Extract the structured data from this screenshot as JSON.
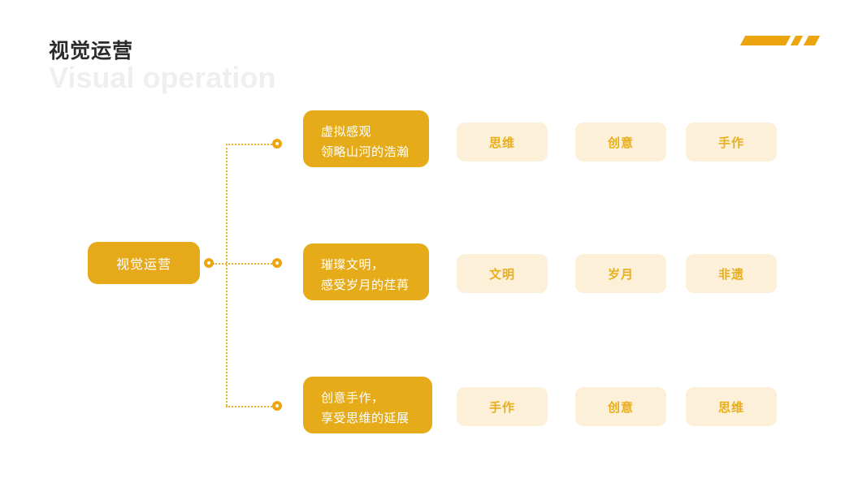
{
  "header": {
    "title_cn": "视觉运营",
    "title_en": "Visual operation"
  },
  "decoration": {
    "name": "corner-slash-decoration",
    "color": "#eca40f"
  },
  "colors": {
    "accent": "#e5a91a",
    "accent_line": "#f0b429",
    "tag_bg": "#fcf0d8",
    "tag_text": "#e9ae1c",
    "title_cn": "#2b2b2b",
    "title_en": "#efefef",
    "background": "#ffffff"
  },
  "map": {
    "root": {
      "label": "视觉运营"
    },
    "branches": [
      {
        "line1": "虚拟感观",
        "line2": "领略山河的浩瀚",
        "tags": [
          "思维",
          "创意",
          "手作"
        ]
      },
      {
        "line1": "璀璨文明，",
        "line2": "感受岁月的荏苒",
        "tags": [
          "文明",
          "岁月",
          "非遗"
        ]
      },
      {
        "line1": "创意手作，",
        "line2": "享受思维的延展",
        "tags": [
          "手作",
          "创意",
          "思维"
        ]
      }
    ]
  }
}
